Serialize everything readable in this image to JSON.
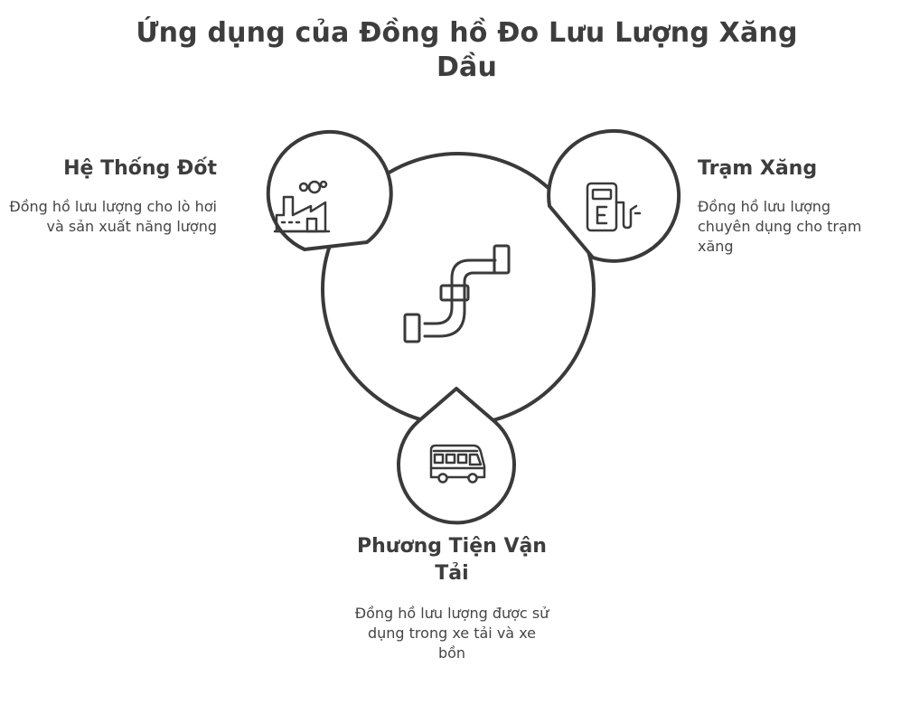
{
  "title": "Ứng dụng của Đồng hồ Đo Lưu Lượng Xăng Dầu",
  "center": {
    "icon": "pipe-icon"
  },
  "nodes": [
    {
      "id": "combustion",
      "title": "Hệ Thống Đốt",
      "description": "Đồng hồ lưu lượng cho lò hơi và sản xuất năng lượng",
      "icon": "factory-icon"
    },
    {
      "id": "gas-station",
      "title": "Trạm Xăng",
      "description": "Đồng hồ lưu lượng chuyên dụng cho trạm xăng",
      "icon": "fuel-pump-icon"
    },
    {
      "id": "transport",
      "title": "Phương Tiện Vận Tải",
      "description": "Đồng hồ lưu lượng được sử dụng trong xe tải và xe bồn",
      "icon": "bus-icon"
    }
  ],
  "colors": {
    "stroke": "#3a3a3a",
    "fill": "#ffffff",
    "text": "#3d3d3d"
  }
}
